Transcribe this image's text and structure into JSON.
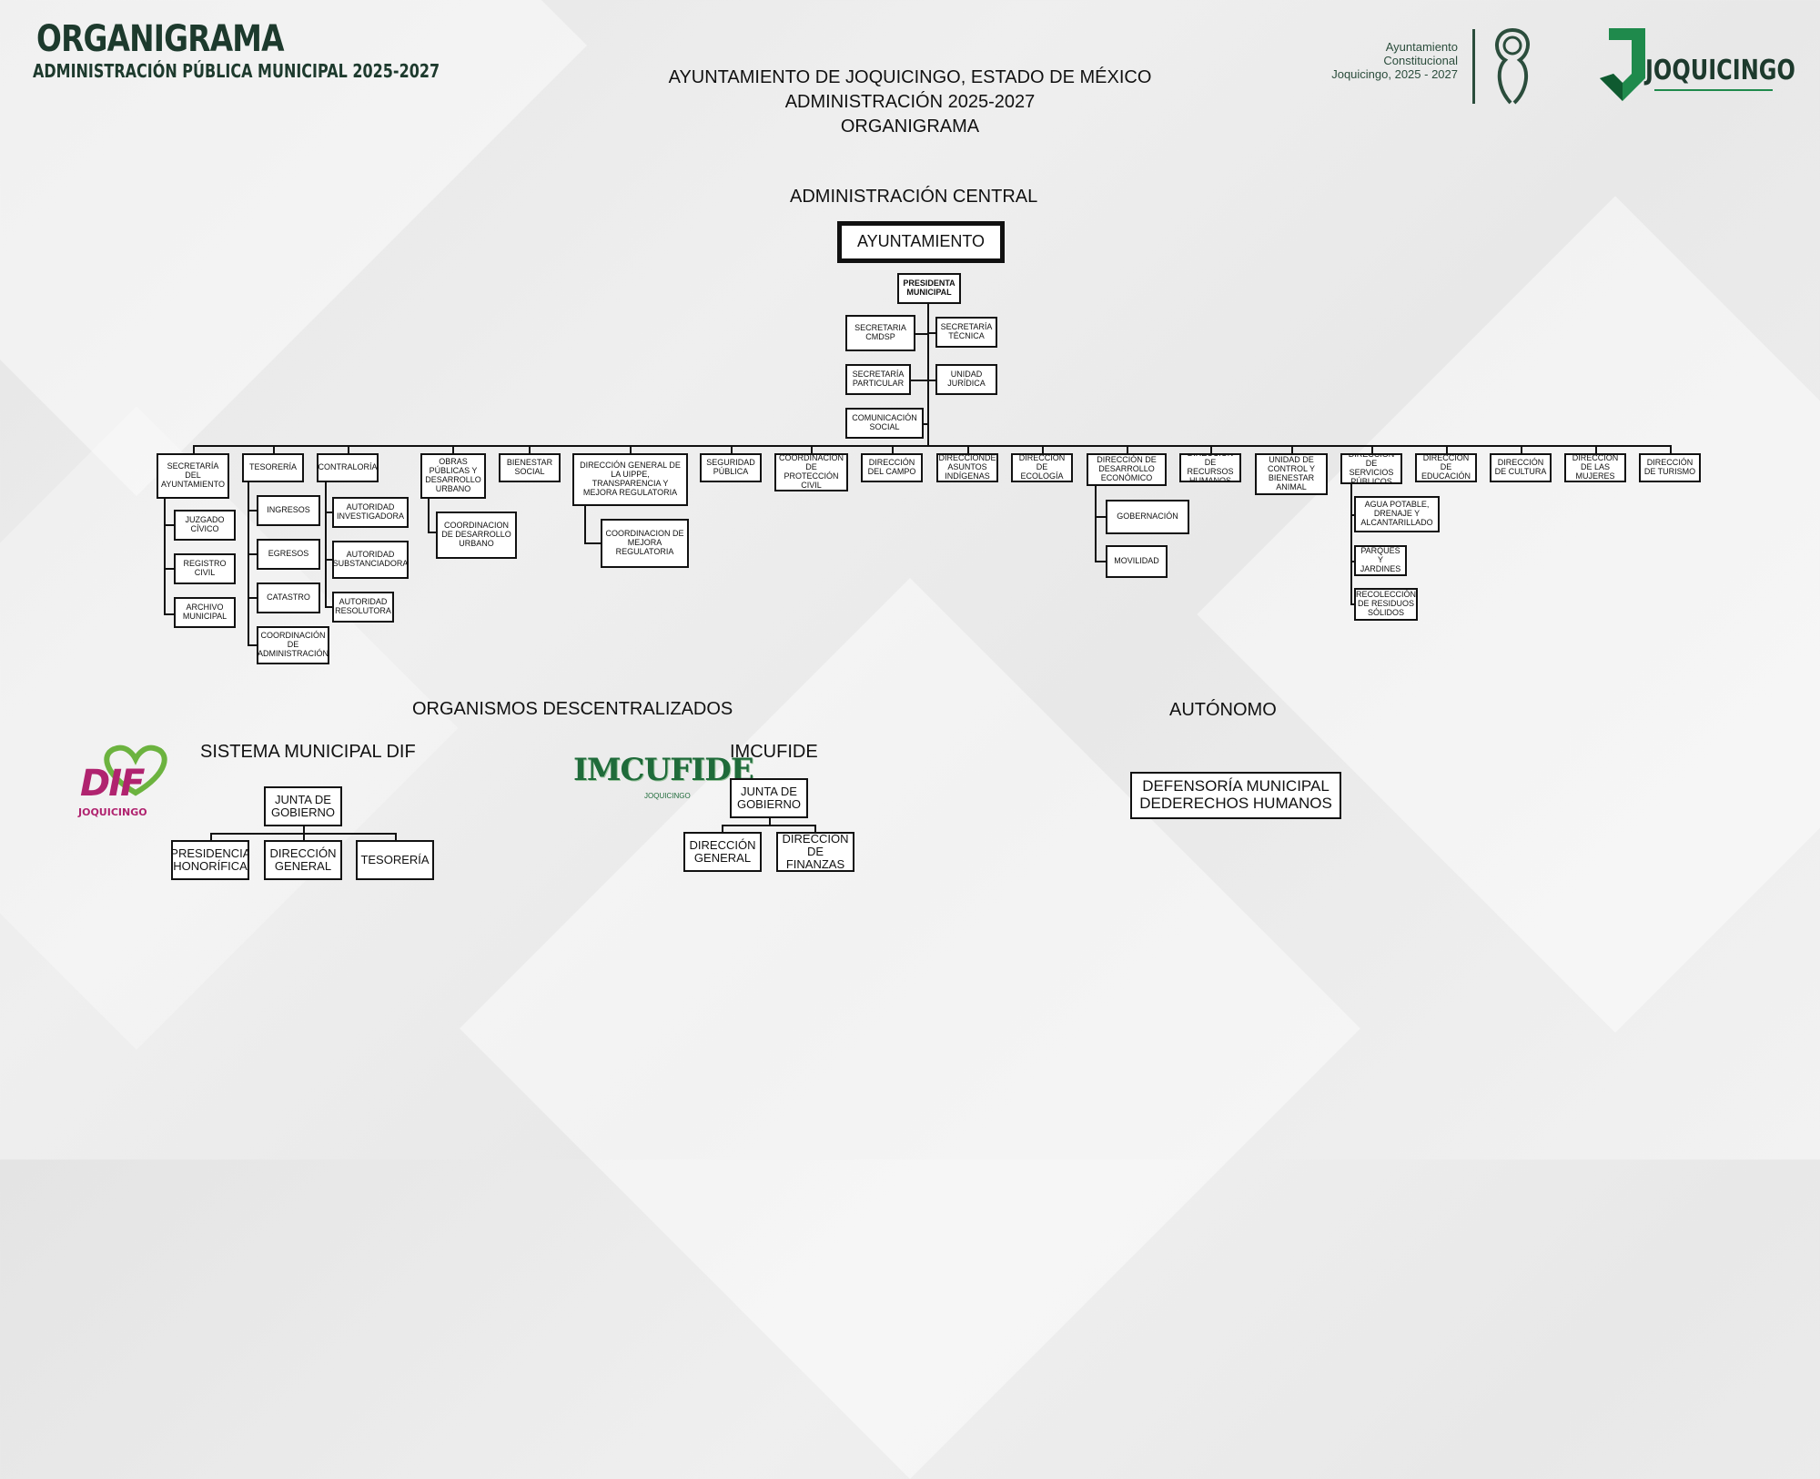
{
  "header": {
    "brand_title": "ORGANIGRAMA",
    "brand_subtitle": "ADMINISTRACIÓN PÚBLICA MUNICIPAL 2025-2027",
    "center_lines": [
      "AYUNTAMIENTO DE JOQUICINGO, ESTADO DE MÉXICO",
      "ADMINISTRACIÓN 2025-2027",
      "ORGANIGRAMA"
    ],
    "ayto_label": [
      "Ayuntamiento",
      "Constitucional",
      "Joquicingo, 2025 - 2027"
    ],
    "logo_text": "JOQUICINGO"
  },
  "central": {
    "title": "ADMINISTRACIÓN CENTRAL",
    "ayuntamiento": "AYUNTAMIENTO",
    "presidenta": "PRESIDENTA MUNICIPAL",
    "staff_left": [
      "SECRETARIA CMDSP",
      "SECRETARÍA PARTICULAR",
      "COMUNICACIÓN SOCIAL"
    ],
    "staff_right": [
      "SECRETARÍA TÉCNICA",
      "UNIDAD JURÍDICA"
    ],
    "departments": [
      "SECRETARÍA DEL AYUNTAMIENTO",
      "TESORERÍA",
      "CONTRALORÍA",
      "OBRAS PÚBLICAS Y DESARROLLO URBANO",
      "BIENESTAR SOCIAL",
      "DIRECCIÓN GENERAL DE LA UIPPE, TRANSPARENCIA Y MEJORA REGULATORIA",
      "SEGURIDAD PÚBLICA",
      "COORDINACIÓN DE PROTECCIÓN CIVIL",
      "DIRECCIÓN DEL CAMPO",
      "DIRECCIÓNDE ASUNTOS INDÍGENAS",
      "DIRECCIÓN DE ECOLOGÍA",
      "DIRECCIÓN DE DESARROLLO ECONÓMICO",
      "DIRECCIÓN DE RECURSOS HUMANOS",
      "UNIDAD DE CONTROL Y BIENESTAR ANIMAL",
      "DIRECCIÓN DE SERVICIOS PÚBLICOS",
      "DIRECCIÓN DE EDUCACIÓN",
      "DIRECCIÓN DE CULTURA",
      "DIRECCIÓN DE LAS MUJERES",
      "DIRECCIÓN DE TURISMO"
    ],
    "sub_secretaria": [
      "JUZGADO CÍVICO",
      "REGISTRO CIVIL",
      "ARCHIVO MUNICIPAL"
    ],
    "sub_tesoreria": [
      "INGRESOS",
      "EGRESOS",
      "CATASTRO",
      "COORDINACIÓN DE ADMINISTRACIÓN"
    ],
    "sub_contraloria": [
      "AUTORIDAD INVESTIGADORA",
      "AUTORIDAD SUBSTANCIADORA",
      "AUTORIDAD RESOLUTORA"
    ],
    "sub_obras": [
      "COORDINACION DE DESARROLLO URBANO"
    ],
    "sub_uippe": [
      "COORDINACION DE MEJORA REGULATORIA"
    ],
    "sub_economico": [
      "GOBERNACIÓN",
      "MOVILIDAD"
    ],
    "sub_servicios": [
      "AGUA POTABLE, DRENAJE Y ALCANTARILLADO",
      "PARQUES Y JARDINES",
      "RECOLECCIÓN DE RESIDUOS SÓLIDOS"
    ]
  },
  "descentralizados": {
    "title": "ORGANISMOS DESCENTRALIZADOS",
    "dif": {
      "title": "SISTEMA MUNICIPAL DIF",
      "logo_text": "DIF",
      "logo_sub": "JOQUICINGO",
      "junta": "JUNTA DE GOBIERNO",
      "children": [
        "PRESIDENCIA HONORÍFICA",
        "DIRECCIÓN GENERAL",
        "TESORERÍA"
      ]
    },
    "imcufide": {
      "title": "IMCUFIDE",
      "logo_text": "IMCUFIDE",
      "logo_sub": "JOQUICINGO",
      "junta": "JUNTA DE GOBIERNO",
      "children": [
        "DIRECCIÓN GENERAL",
        "DIRECCIÓN DE FINANZAS"
      ]
    }
  },
  "autonomo": {
    "title": "AUTÓNOMO",
    "box": "DEFENSORÍA MUNICIPAL DEDERECHOS HUMANOS"
  },
  "colors": {
    "brand_green": "#1d3a2d",
    "logo_green": "#1f8a4c",
    "dif_magenta": "#b0236f",
    "dif_green": "#6cb33f"
  }
}
